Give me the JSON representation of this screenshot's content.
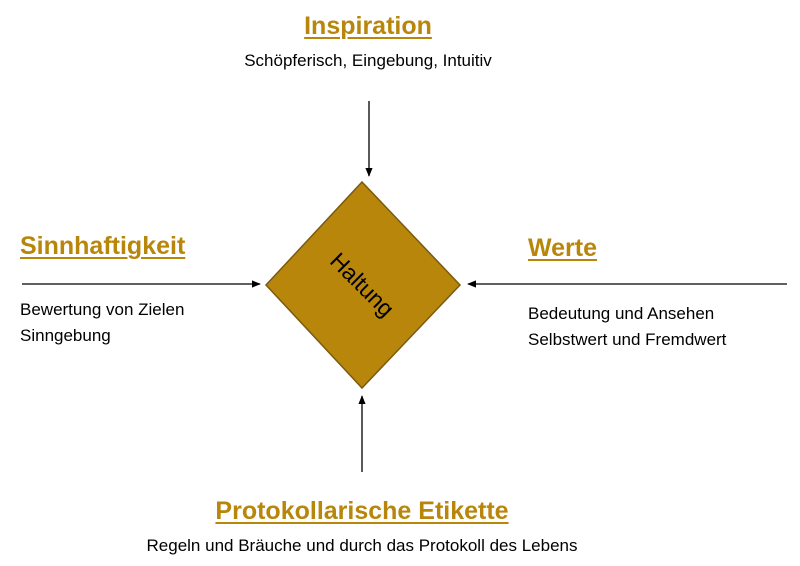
{
  "colors": {
    "accent": "#B8860B",
    "diamond_fill": "#B8860B",
    "diamond_stroke": "#7a5a10",
    "line": "#000000"
  },
  "center": {
    "label": "Haltung"
  },
  "top": {
    "heading": "Inspiration",
    "lines": [
      "Schöpferisch, Eingebung, Intuitiv"
    ]
  },
  "left": {
    "heading": "Sinnhaftigkeit",
    "lines": [
      "Bewertung von Zielen",
      "Sinngebung"
    ]
  },
  "right": {
    "heading": "Werte",
    "lines": [
      "Bedeutung und Ansehen",
      "Selbstwert und Fremdwert"
    ]
  },
  "bottom": {
    "heading": "Protokollarische Etikette",
    "lines": [
      "Regeln und Bräuche und durch das Protokoll des Lebens"
    ]
  }
}
